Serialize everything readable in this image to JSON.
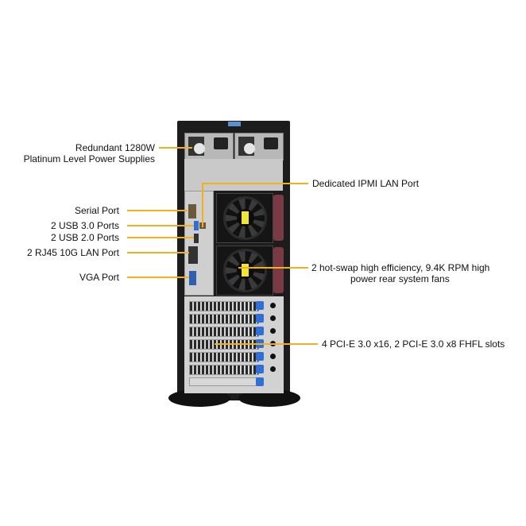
{
  "labels": {
    "psu_line1": "Redundant  1280W",
    "psu_line2": "Platinum Level Power Supplies",
    "ipmi": "Dedicated IPMI  LAN Port",
    "serial": "Serial Port",
    "usb3": "2 USB 3.0 Ports",
    "usb2": "2 USB 2.0 Ports",
    "rj45": "2 RJ45 10G LAN Port",
    "vga": "VGA Port",
    "fans_line1": "2 hot-swap  high efficiency, 9.4K RPM high",
    "fans_line2": "power rear system fans",
    "pci": "4 PCI-E 3.0 x16, 2 PCI-E 3.0 x8 FHFL slots"
  },
  "colors": {
    "callout": "#f2b01e",
    "pci_clip": "#2f6fd6"
  }
}
